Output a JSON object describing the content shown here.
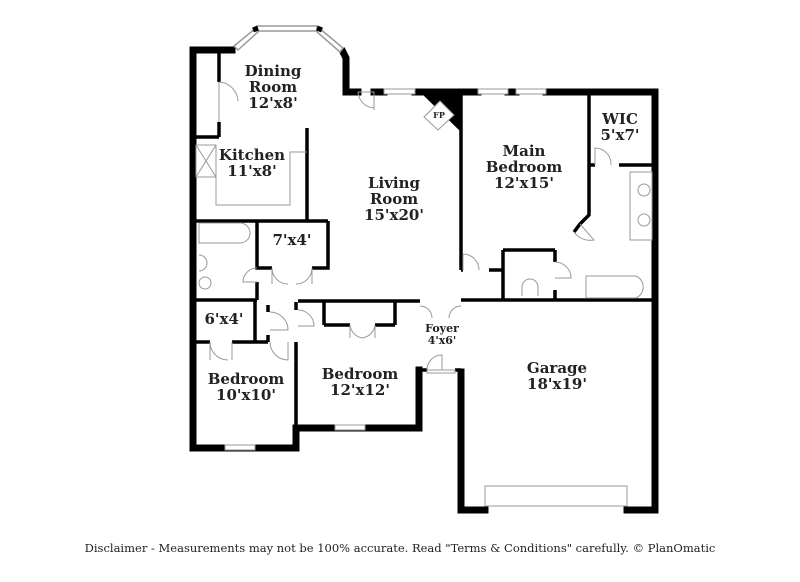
{
  "plan": {
    "rooms": [
      {
        "id": "dining",
        "name": "Dining Room",
        "name_l1": "Dining",
        "name_l2": "Room",
        "dims": "12'x8'"
      },
      {
        "id": "kitchen",
        "name": "Kitchen",
        "dims": "11'x8'"
      },
      {
        "id": "living",
        "name": "Living Room",
        "name_l1": "Living",
        "name_l2": "Room",
        "dims": "15'x20'"
      },
      {
        "id": "main_bedroom",
        "name": "Main Bedroom",
        "name_l1": "Main",
        "name_l2": "Bedroom",
        "dims": "12'x15'"
      },
      {
        "id": "wic",
        "name": "WIC",
        "dims": "5'x7'"
      },
      {
        "id": "closet_7x4",
        "name": "",
        "dims": "7'x4'"
      },
      {
        "id": "closet_6x4",
        "name": "",
        "dims": "6'x4'"
      },
      {
        "id": "bedroom_10",
        "name": "Bedroom",
        "dims": "10'x10'"
      },
      {
        "id": "bedroom_12",
        "name": "Bedroom",
        "dims": "12'x12'"
      },
      {
        "id": "foyer",
        "name": "Foyer",
        "dims": "4'x6'"
      },
      {
        "id": "garage",
        "name": "Garage",
        "dims": "18'x19'"
      }
    ],
    "fireplace_label": "FP"
  },
  "footer": {
    "disclaimer": "Disclaimer - Measurements may not be 100% accurate. Read \"Terms & Conditions\" carefully. © PlanOmatic"
  },
  "colors": {
    "wall": "#000000",
    "fixture": "#999999",
    "background": "#ffffff"
  }
}
